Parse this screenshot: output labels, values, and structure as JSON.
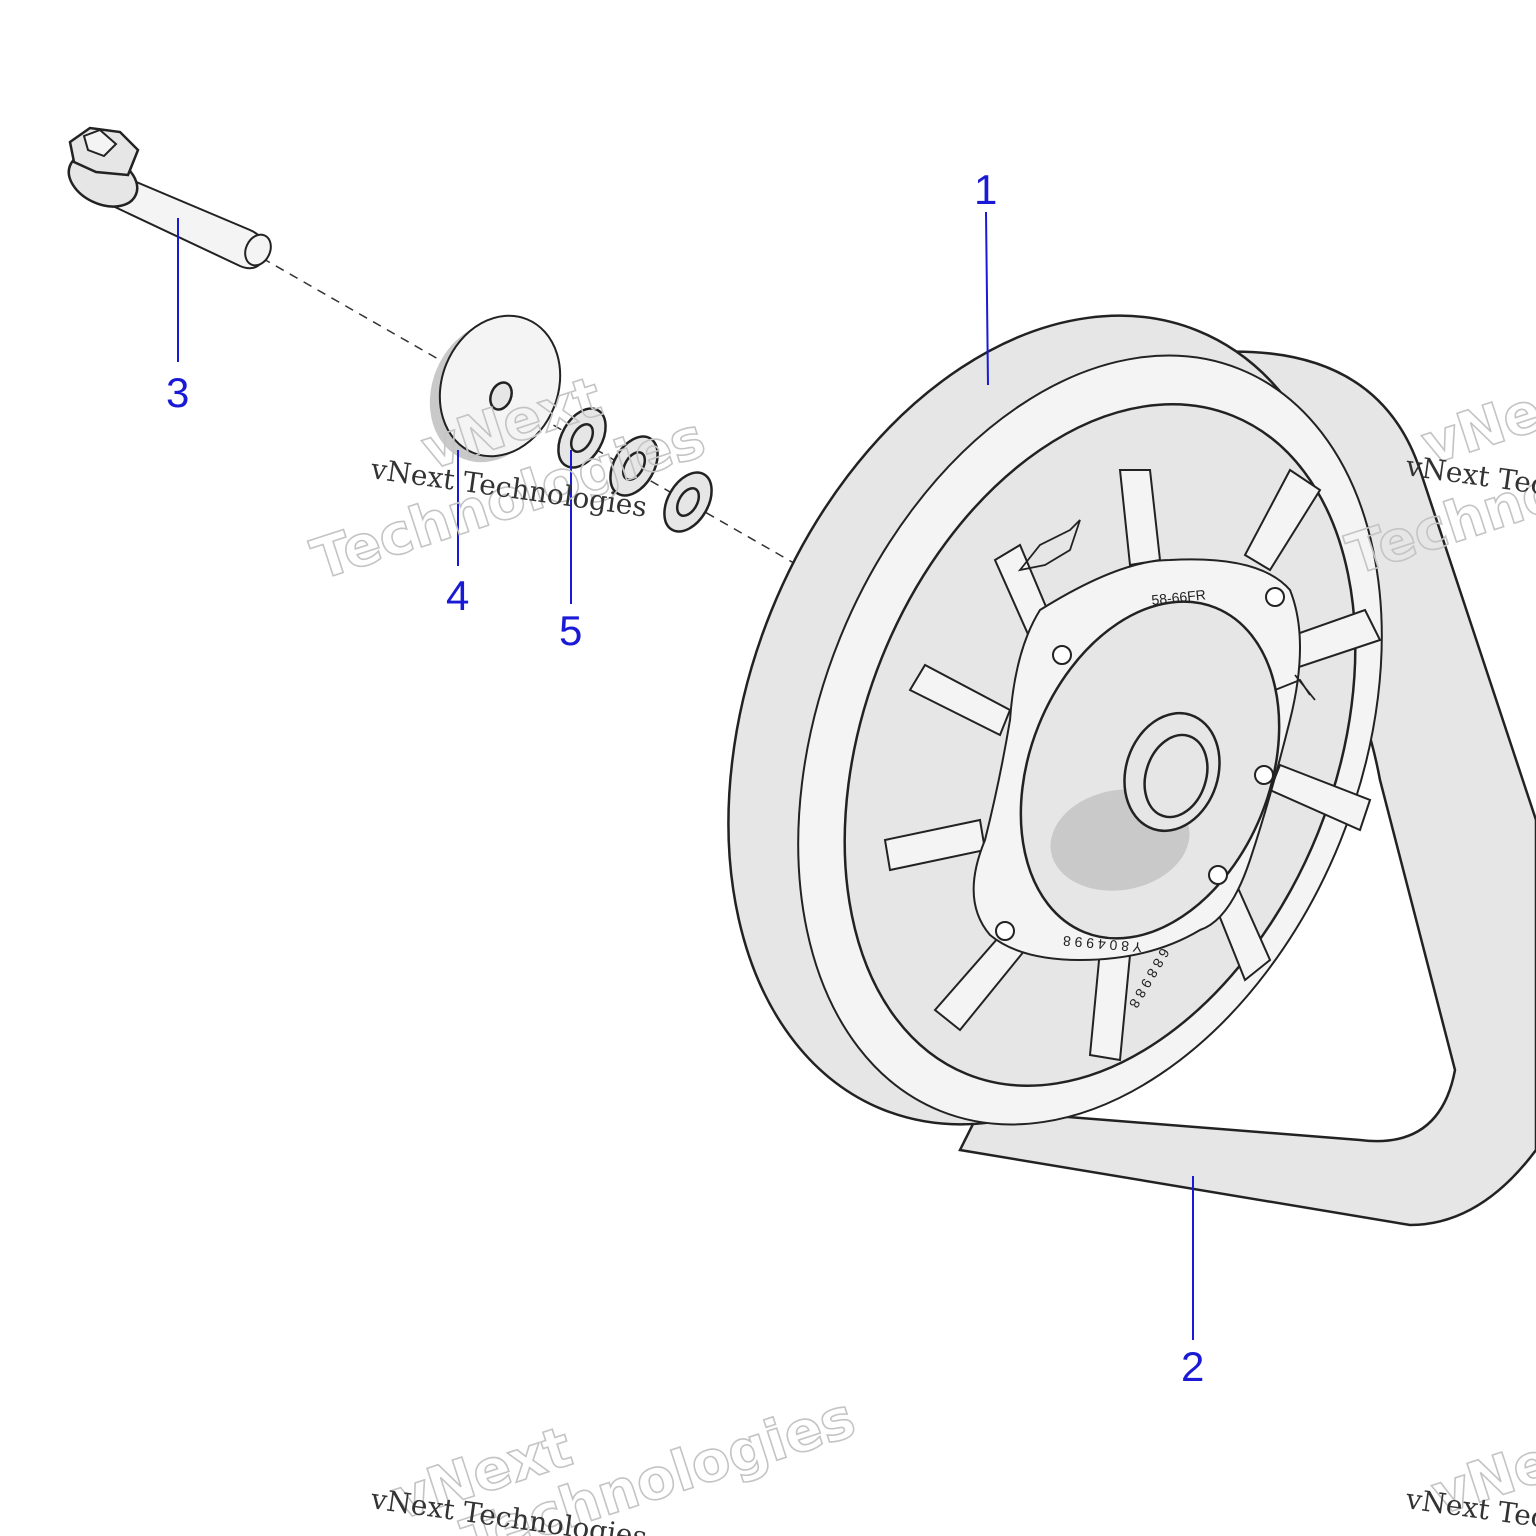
{
  "callouts": {
    "c1": "1",
    "c2": "2",
    "c3": "3",
    "c4": "4",
    "c5": "5"
  },
  "hub_markings": {
    "top": "58-66FR",
    "bottom_left": "Y 8 0 4 9 9 8",
    "bottom_right": "6 8 8 9 8 8"
  },
  "watermark": {
    "serif_text": "vNext Technologies",
    "outline_line1": "vNext",
    "outline_line2": "Technologies"
  },
  "colors": {
    "callout": "#1a1ad6",
    "line": "#222222",
    "fill": "#e6e6e6"
  }
}
